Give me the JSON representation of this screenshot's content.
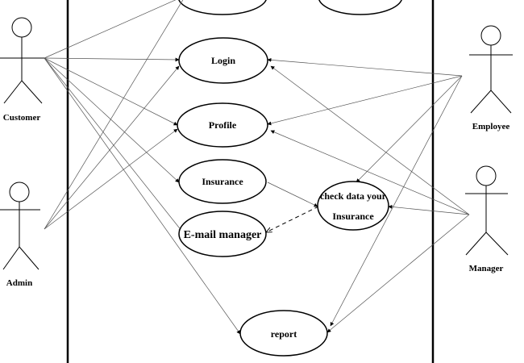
{
  "actors": {
    "customer": {
      "label": "Customer"
    },
    "admin": {
      "label": "Admin"
    },
    "employee": {
      "label": "Employee"
    },
    "manager": {
      "label": "Manager"
    }
  },
  "use_cases": {
    "login": {
      "label": "Login"
    },
    "profile": {
      "label": "Profile"
    },
    "insurance": {
      "label": "Insurance"
    },
    "email_manager": {
      "label": "E-mail manager"
    },
    "check_data": {
      "line1": "check data your",
      "line2": "Insurance"
    },
    "report": {
      "label": "report"
    }
  }
}
